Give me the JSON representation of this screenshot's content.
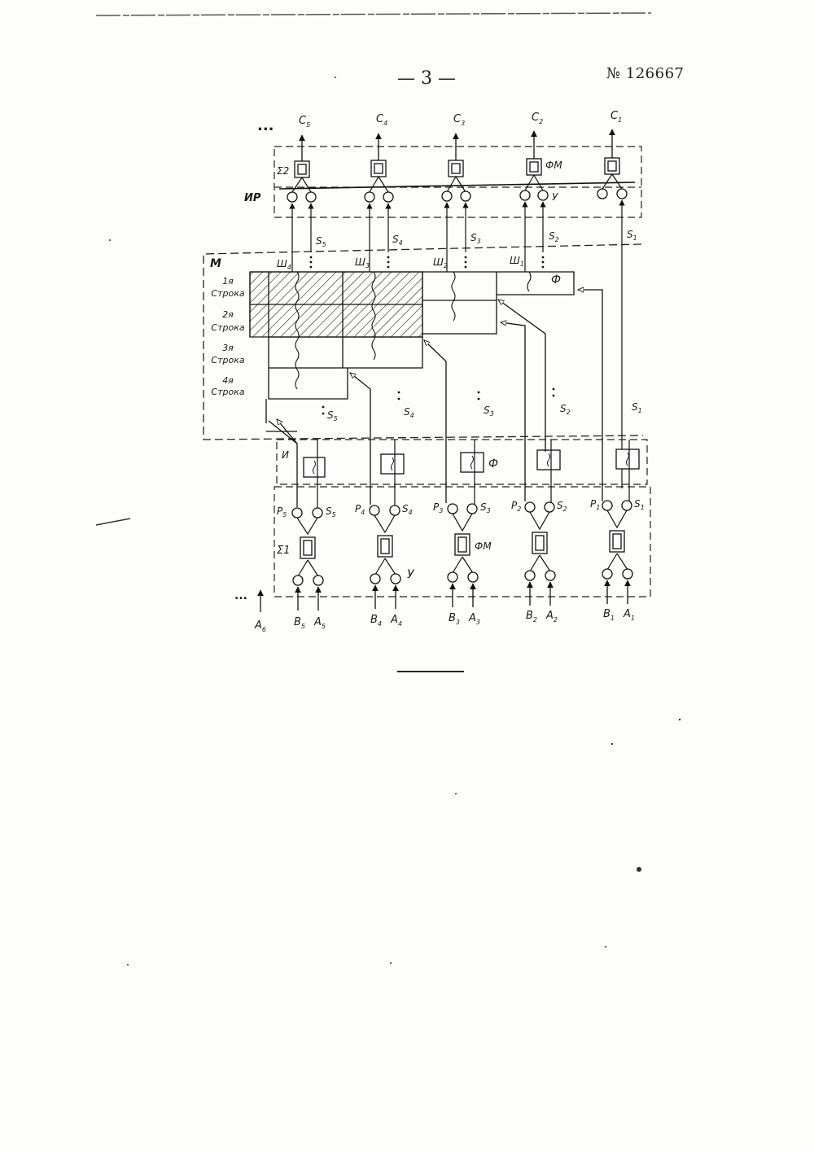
{
  "header": {
    "page_number": "— 3 —",
    "patent_number": "№ 126667"
  },
  "diagram": {
    "ellipsis_top": "...",
    "ellipsis_bottom": "...",
    "top_outputs": [
      {
        "base": "C",
        "sub": "5"
      },
      {
        "base": "C",
        "sub": "4"
      },
      {
        "base": "C",
        "sub": "3"
      },
      {
        "base": "C",
        "sub": "2"
      },
      {
        "base": "C",
        "sub": "1"
      }
    ],
    "block_labels": {
      "sigma2": "Σ2",
      "ir": "ИР",
      "m": "М",
      "i": "И",
      "sigma1": "Σ1",
      "fm_top": "ФМ",
      "fm_bottom": "ФМ",
      "u_top": "У",
      "u_bottom": "У",
      "phi_top": "Ф",
      "phi_mid": "Ф"
    },
    "s_top": [
      {
        "base": "S",
        "sub": "5"
      },
      {
        "base": "S",
        "sub": "4"
      },
      {
        "base": "S",
        "sub": "3"
      },
      {
        "base": "S",
        "sub": "2"
      },
      {
        "base": "S",
        "sub": "1"
      }
    ],
    "bus_labels": [
      {
        "base": "Ш",
        "sub": "4"
      },
      {
        "base": "Ш",
        "sub": "3"
      },
      {
        "base": "Ш",
        "sub": "2"
      },
      {
        "base": "Ш",
        "sub": "1"
      }
    ],
    "rows": [
      {
        "num": "1я",
        "word": "Строка"
      },
      {
        "num": "2я",
        "word": "Строка"
      },
      {
        "num": "3я",
        "word": "Строка"
      },
      {
        "num": "4я",
        "word": "Строка"
      }
    ],
    "s_mid": [
      {
        "base": "S",
        "sub": "5"
      },
      {
        "base": "S",
        "sub": "4"
      },
      {
        "base": "S",
        "sub": "3"
      },
      {
        "base": "S",
        "sub": "2"
      },
      {
        "base": "S",
        "sub": "1"
      }
    ],
    "p_labels": [
      {
        "base": "P",
        "sub": "5"
      },
      {
        "base": "P",
        "sub": "4"
      },
      {
        "base": "P",
        "sub": "3"
      },
      {
        "base": "P",
        "sub": "2"
      },
      {
        "base": "P",
        "sub": "1"
      }
    ],
    "s_bottom": [
      {
        "base": "S",
        "sub": "5"
      },
      {
        "base": "S",
        "sub": "4"
      },
      {
        "base": "S",
        "sub": "3"
      },
      {
        "base": "S",
        "sub": "2"
      },
      {
        "base": "S",
        "sub": "1"
      }
    ],
    "inputs": [
      {
        "base": "A",
        "sub": "6"
      },
      {
        "base": "B",
        "sub": "5"
      },
      {
        "base": "A",
        "sub": "5"
      },
      {
        "base": "B",
        "sub": "4"
      },
      {
        "base": "A",
        "sub": "4"
      },
      {
        "base": "B",
        "sub": "3"
      },
      {
        "base": "A",
        "sub": "3"
      },
      {
        "base": "B",
        "sub": "2"
      },
      {
        "base": "A",
        "sub": "2"
      },
      {
        "base": "B",
        "sub": "1"
      },
      {
        "base": "A",
        "sub": "1"
      }
    ]
  }
}
